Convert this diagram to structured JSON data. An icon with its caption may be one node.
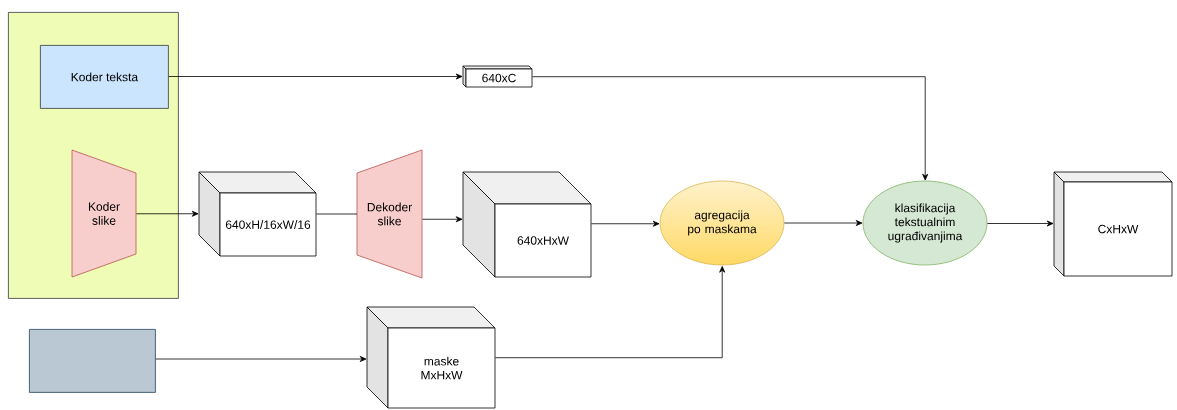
{
  "diagram": {
    "nodes": [
      {
        "text": [],
        "shape": "box"
      },
      {
        "text": [
          "Koder teksta"
        ],
        "in": 0
      },
      {
        "text": [
          "Koder slike"
        ],
        "in": 0
      },
      {
        "text": [
          "640xC"
        ]
      },
      {
        "text": [
          "640xH/16xW/16"
        ]
      },
      {
        "text": [
          "Dekoder slike"
        ]
      },
      {
        "text": [
          "640xHxW"
        ]
      },
      {
        "text": [
          "agregacija po maskama"
        ]
      },
      {
        "text": [
          "klasifikacija tekstualnim ugrađivanjima"
        ]
      },
      {
        "text": [
          "CxHxW"
        ]
      },
      {
        "text": [],
        "shape": "box"
      },
      {
        "text": [
          "maske MxHxW"
        ]
      }
    ],
    "edges": [
      {
        "from": 1,
        "to": 3,
        "arrow": "to"
      },
      {
        "from": 3,
        "to": 8,
        "arrow": "to"
      },
      {
        "from": 2,
        "to": 4,
        "arrow": "to"
      },
      {
        "from": 4,
        "to": 5,
        "arrow": "none"
      },
      {
        "from": 5,
        "to": 6,
        "arrow": "to"
      },
      {
        "from": 6,
        "to": 7,
        "arrow": "to"
      },
      {
        "from": 7,
        "to": 8,
        "arrow": "to"
      },
      {
        "from": 8,
        "to": 9,
        "arrow": "to"
      },
      {
        "from": 10,
        "to": 11,
        "arrow": "to"
      },
      {
        "from": 11,
        "to": 7,
        "arrow": "to"
      }
    ]
  }
}
